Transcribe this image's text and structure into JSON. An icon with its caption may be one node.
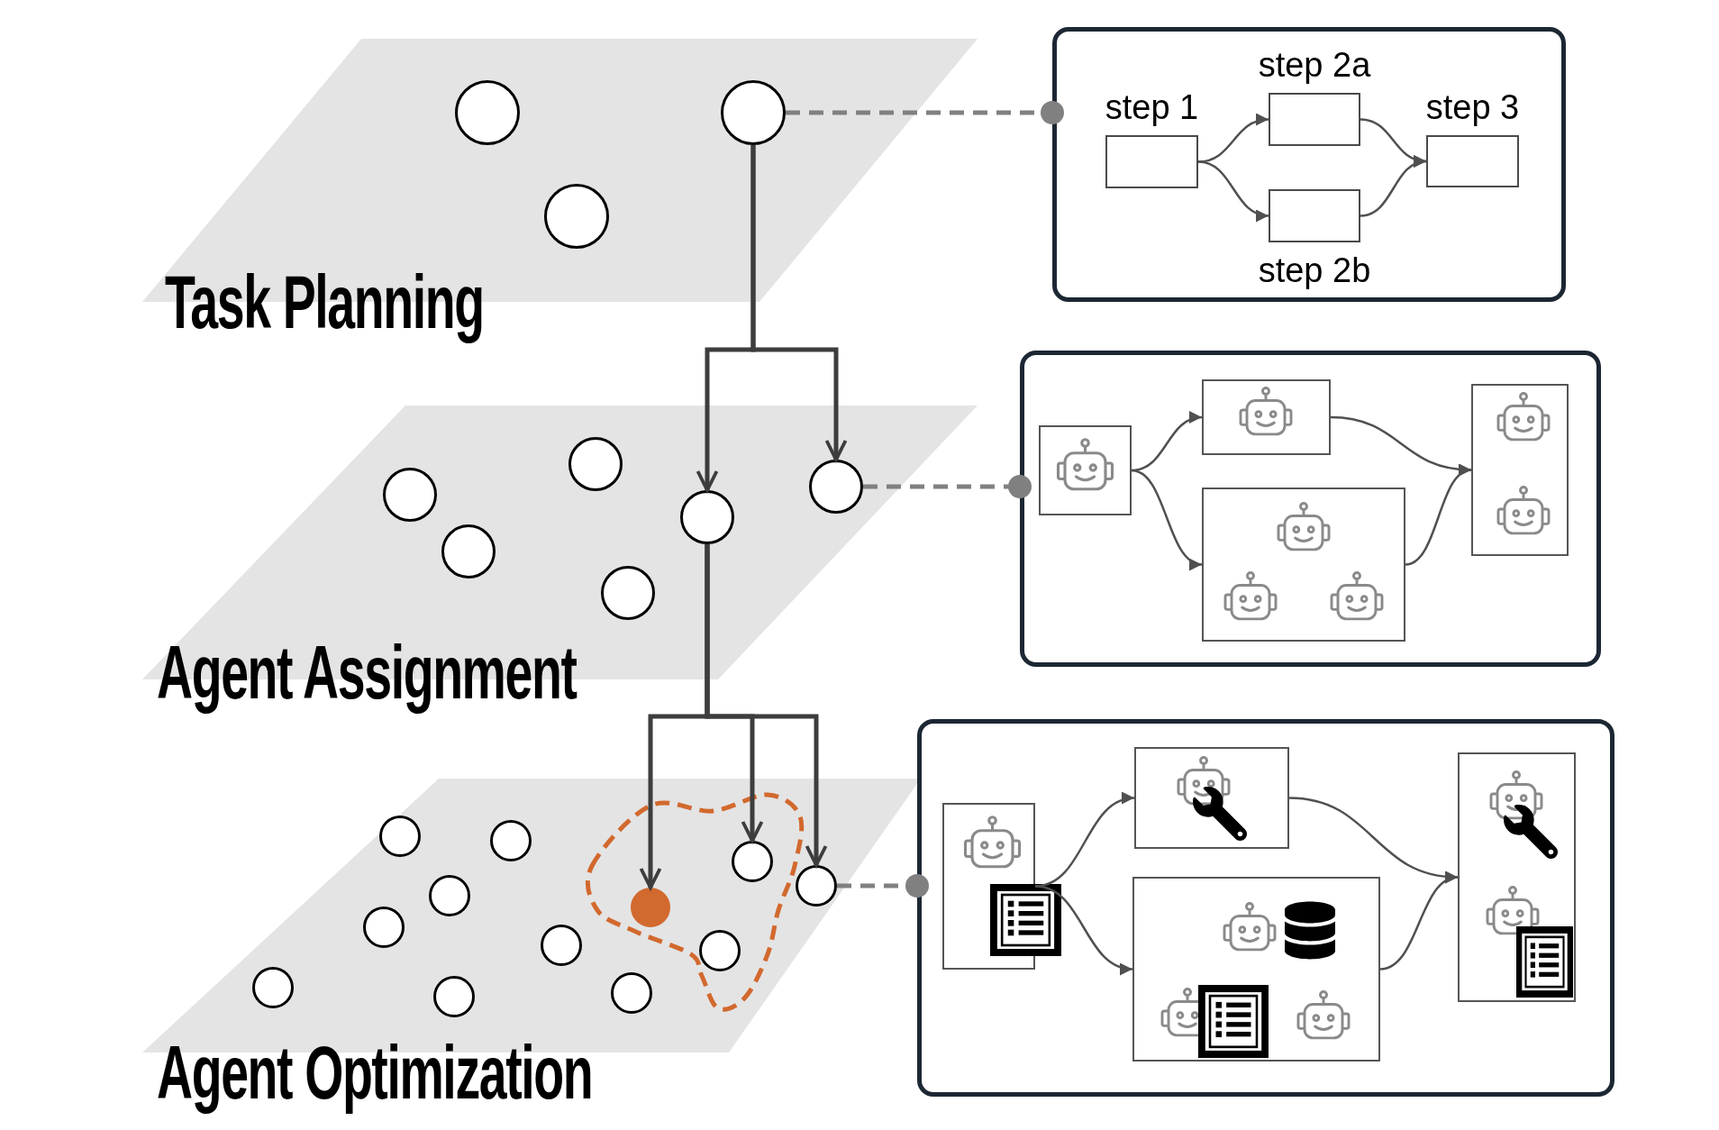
{
  "diagram": {
    "nodes": [
      {
        "text": [
          "Task Planning"
        ]
      },
      {
        "text": [],
        "shape": "circle",
        "in": 0
      },
      {
        "text": [],
        "shape": "circle",
        "in": 0
      },
      {
        "text": [],
        "shape": "circle",
        "in": 0
      },
      {
        "text": [
          "Agent Assignment"
        ]
      },
      {
        "text": [],
        "shape": "circle",
        "in": 4
      },
      {
        "text": [],
        "shape": "circle",
        "in": 4
      },
      {
        "text": [],
        "shape": "circle",
        "in": 4
      },
      {
        "text": [],
        "shape": "circle",
        "in": 4
      },
      {
        "text": [],
        "shape": "circle",
        "in": 4
      },
      {
        "text": [],
        "shape": "circle",
        "in": 4
      },
      {
        "text": [
          "Agent Optimization"
        ]
      },
      {
        "text": [],
        "shape": "circle",
        "in": 11
      },
      {
        "text": [],
        "shape": "circle",
        "in": 11
      },
      {
        "text": [],
        "shape": "circle",
        "in": 11
      },
      {
        "text": [],
        "shape": "circle",
        "in": 11
      },
      {
        "text": [],
        "shape": "circle",
        "in": 11
      },
      {
        "text": [],
        "shape": "circle",
        "in": 11
      },
      {
        "text": [],
        "shape": "circle",
        "in": 11
      },
      {
        "text": [],
        "shape": "circle",
        "in": 11
      },
      {
        "text": [],
        "shape": "circle",
        "in": 11
      },
      {
        "text": [],
        "shape": "circle",
        "in": 11
      },
      {
        "text": [],
        "shape": "circle",
        "in": 11
      },
      {
        "text": [],
        "shape": "circle",
        "in": 11
      },
      {
        "text": [],
        "shape": "box"
      },
      {
        "text": [
          "step 1"
        ],
        "in": 24
      },
      {
        "text": [
          "step 2a"
        ],
        "in": 24
      },
      {
        "text": [
          "step 2b"
        ],
        "in": 24
      },
      {
        "text": [
          "step 3"
        ],
        "in": 24
      },
      {
        "text": [],
        "shape": "box"
      },
      {
        "text": [],
        "shape": "box",
        "in": 29
      },
      {
        "text": [],
        "shape": "box",
        "in": 29
      },
      {
        "text": [],
        "shape": "box",
        "in": 29
      },
      {
        "text": [],
        "shape": "box",
        "in": 29
      },
      {
        "text": [],
        "shape": "box"
      },
      {
        "text": [],
        "shape": "box",
        "in": 34
      },
      {
        "text": [],
        "shape": "box",
        "in": 34
      },
      {
        "text": [],
        "shape": "box",
        "in": 34
      },
      {
        "text": [],
        "shape": "box",
        "in": 34
      }
    ],
    "edges": [
      {
        "from": 2,
        "to": 24,
        "arrow": "other",
        "style": "dashed",
        "color": "#808080"
      },
      {
        "from": 2,
        "to": 8,
        "arrow": "to"
      },
      {
        "from": 2,
        "to": 6,
        "arrow": "to"
      },
      {
        "from": 6,
        "to": 29,
        "arrow": "other",
        "style": "dashed",
        "color": "#808080"
      },
      {
        "from": 8,
        "to": 17,
        "arrow": "to"
      },
      {
        "from": 8,
        "to": 14,
        "arrow": "to"
      },
      {
        "from": 8,
        "to": 15,
        "arrow": "to"
      },
      {
        "from": 15,
        "to": 34,
        "arrow": "other",
        "style": "dashed",
        "color": "#808080"
      },
      {
        "from": 25,
        "to": 26,
        "arrow": "to"
      },
      {
        "from": 25,
        "to": 27,
        "arrow": "to"
      },
      {
        "from": 26,
        "to": 28,
        "arrow": "to"
      },
      {
        "from": 27,
        "to": 28,
        "arrow": "to"
      },
      {
        "from": 30,
        "to": 31,
        "arrow": "to"
      },
      {
        "from": 30,
        "to": 32,
        "arrow": "to"
      },
      {
        "from": 31,
        "to": 33,
        "arrow": "to"
      },
      {
        "from": 32,
        "to": 33,
        "arrow": "to"
      },
      {
        "from": 35,
        "to": 36,
        "arrow": "to"
      },
      {
        "from": 35,
        "to": 37,
        "arrow": "to"
      },
      {
        "from": 36,
        "to": 38,
        "arrow": "to"
      },
      {
        "from": 37,
        "to": 38,
        "arrow": "to"
      }
    ]
  }
}
